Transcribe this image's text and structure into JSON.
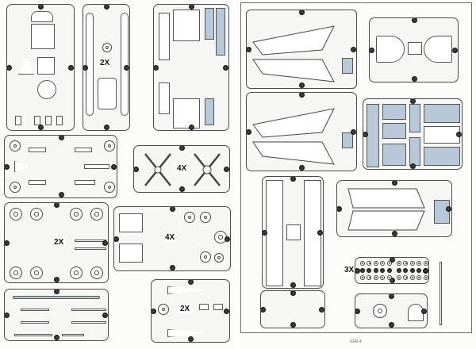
{
  "document": {
    "type": "Model kit parts sprue layout",
    "pages": [
      {
        "side": "left",
        "sprues": [
          {
            "id": "cockpit-tub-sprue",
            "multiplier": ""
          },
          {
            "id": "fuselage-spine-sprue",
            "multiplier": "2X"
          },
          {
            "id": "intake-panel-sprue",
            "multiplier": ""
          },
          {
            "id": "landing-gear-sprue",
            "multiplier": ""
          },
          {
            "id": "rotor-cross-sprue",
            "multiplier": "4X"
          },
          {
            "id": "wheels-sprue",
            "multiplier": "2X"
          },
          {
            "id": "engine-details-sprue",
            "multiplier": "4X"
          },
          {
            "id": "struts-rails-sprue",
            "multiplier": ""
          },
          {
            "id": "pylon-sprue",
            "multiplier": "2X"
          }
        ]
      },
      {
        "side": "right",
        "sprues": [
          {
            "id": "wing-sprue-upper",
            "multiplier": ""
          },
          {
            "id": "wing-sprue-lower",
            "multiplier": ""
          },
          {
            "id": "canopy-fairing-sprue",
            "multiplier": ""
          },
          {
            "id": "clear-parts-sprue",
            "multiplier": ""
          },
          {
            "id": "fuselage-sides-sprue",
            "multiplier": ""
          },
          {
            "id": "tail-wing-sprue",
            "multiplier": ""
          },
          {
            "id": "bolt-heads-sprue",
            "multiplier": "3X"
          },
          {
            "id": "small-parts-sprue",
            "multiplier": ""
          },
          {
            "id": "instrument-sprue",
            "multiplier": ""
          }
        ],
        "page_number": "SER-4"
      }
    ]
  },
  "colors": {
    "line": "#3a3a3a",
    "clear_part_tint": "#b9c8d8",
    "paper": "#fcfcfb"
  }
}
